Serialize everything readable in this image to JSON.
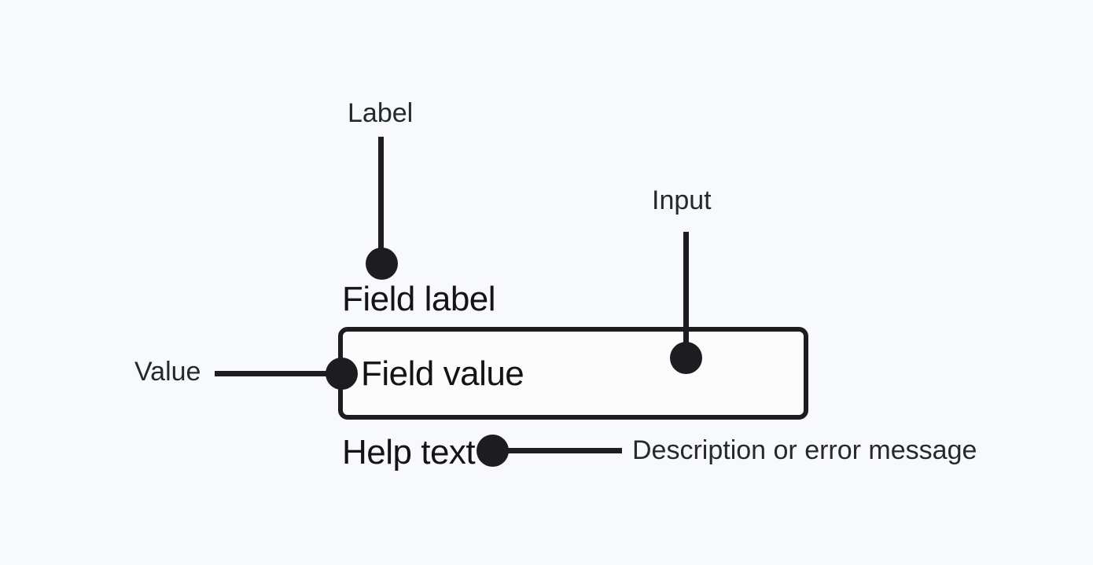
{
  "diagram": {
    "title": "form-field-anatomy",
    "annotations": {
      "label": "Label",
      "input": "Input",
      "value": "Value",
      "description": "Description or error message"
    },
    "field": {
      "label": "Field label",
      "value": "Field value",
      "help_text": "Help text"
    },
    "colors": {
      "background": "#f8f9fb",
      "ink": "#1d1d21",
      "annotation_text": "#26282e",
      "component_text": "#141417",
      "field_fill": "#fcfcfd"
    }
  }
}
